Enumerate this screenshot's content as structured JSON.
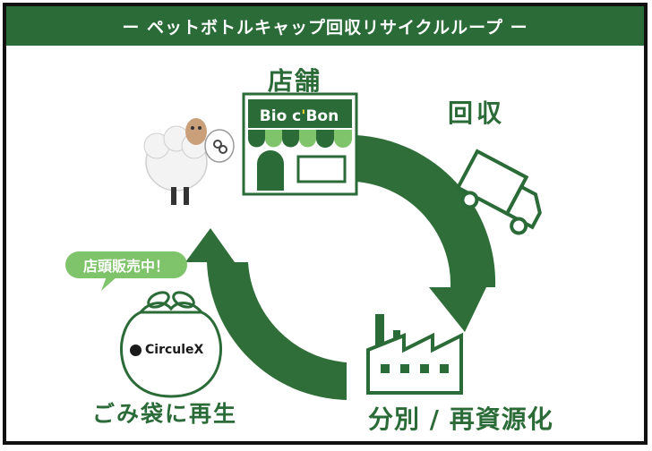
{
  "title": "ー ペットボトルキャップ回収リサイクルループ ー",
  "nodes": {
    "store": {
      "label": "店舗",
      "sign_main": "Bio c",
      "sign_accent": "'",
      "sign_end": " Bon"
    },
    "collect": {
      "label": "回収"
    },
    "process": {
      "label": "分別 / 再資源化"
    },
    "bag": {
      "label": "ごみ袋に再生",
      "brand": "CirculeX"
    }
  },
  "bubble": {
    "text": "店頭販売中！"
  },
  "colors": {
    "primary": "#2a6b38",
    "arrow": "#2f6e39",
    "accent": "#f2d229",
    "light": "#7fc36a"
  },
  "icons": [
    "store-icon",
    "truck-icon",
    "factory-icon",
    "garbage-bag-icon",
    "sheep-mascot-icon",
    "cycle-arrow-icon"
  ]
}
